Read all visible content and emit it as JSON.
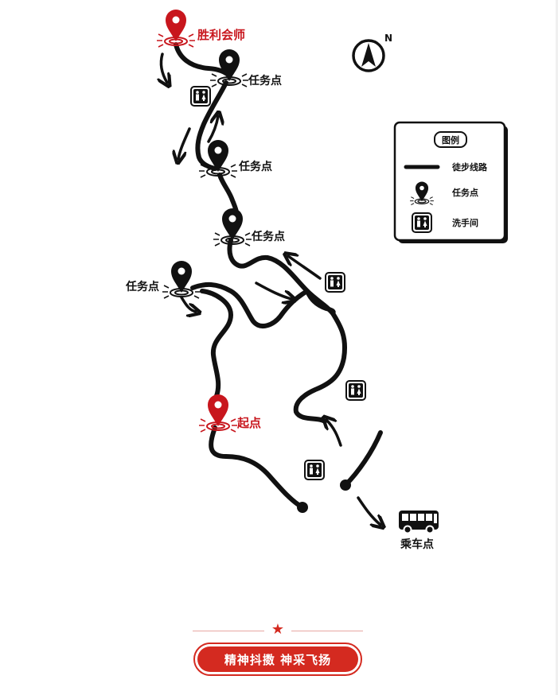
{
  "map": {
    "points": {
      "finish": "胜利会师",
      "task_1": "任务点",
      "task_2": "任务点",
      "task_3": "任务点",
      "task_4": "任务点",
      "start": "起点",
      "bus": "乘车点"
    },
    "compass": {
      "north": "N"
    },
    "legend": {
      "title": "图例",
      "items": [
        {
          "icon": "route-line",
          "label": "徒步线路"
        },
        {
          "icon": "pin-icon",
          "label": "任务点"
        },
        {
          "icon": "toilet-icon",
          "label": "洗手间"
        }
      ]
    }
  },
  "footer": {
    "slogan": "精神抖擞 神采飞扬"
  },
  "colors": {
    "accent_red": "#c8161d",
    "banner_red": "#d42a20",
    "ink": "#111111"
  }
}
